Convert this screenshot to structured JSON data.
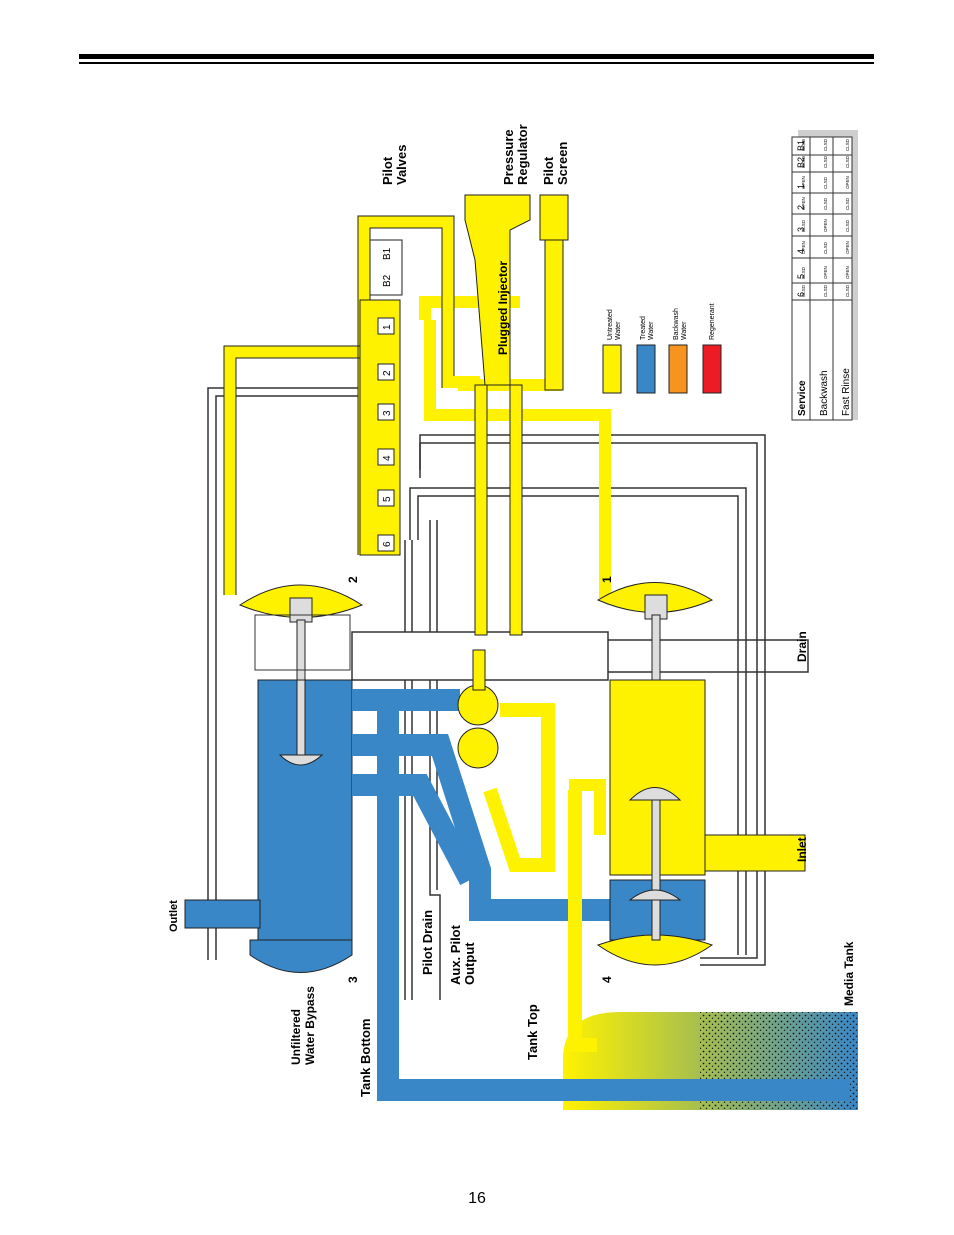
{
  "labels": {
    "pilot_valves": [
      "Pilot",
      "Valves"
    ],
    "pressure_regulator": [
      "Pressure",
      "Regulator"
    ],
    "pilot_screen": [
      "Pilot",
      "Screen"
    ],
    "plugged_injector": "Plugged Injector",
    "outlet": "Outlet",
    "unfiltered_bypass": [
      "Unfiltered",
      "Water Bypass"
    ],
    "tank_bottom": "Tank Bottom",
    "pilot_drain": "Pilot Drain",
    "aux_pilot_output": [
      "Aux. Pilot",
      "Output"
    ],
    "tank_top": "Tank Top",
    "inlet": "Inlet",
    "drain": "Drain",
    "media_tank": "Media Tank",
    "valve_2": "2",
    "valve_1": "1",
    "valve_3": "3",
    "valve_4": "4"
  },
  "pilot_valve_ids": [
    "1",
    "2",
    "3",
    "4",
    "5",
    "6"
  ],
  "pilot_valve_b": [
    "B2",
    "B1"
  ],
  "legend": [
    {
      "label": [
        "Untreated",
        "Water"
      ],
      "color": "#fff200"
    },
    {
      "label": [
        "Treated",
        "Water"
      ],
      "color": "#3a87c8"
    },
    {
      "label": [
        "Backwash",
        "Water"
      ],
      "color": "#f7941d"
    },
    {
      "label": [
        "Regenerant"
      ],
      "color": "#ed1c24"
    }
  ],
  "status_table": {
    "columns": [
      "6",
      "5",
      "4",
      "3",
      "2",
      "1",
      "B2",
      "B1"
    ],
    "rows": [
      {
        "name": "Service",
        "values": [
          "CLSD",
          "CLSD",
          "OPEN",
          "CLSD",
          "OPEN",
          "OPEN",
          "CLSD",
          "CLSD"
        ]
      },
      {
        "name": "Backwash",
        "values": [
          "CLSD",
          "OPEN",
          "CLSD",
          "OPEN",
          "CLSD",
          "CLSD",
          "CLSD",
          "CLSD"
        ]
      },
      {
        "name": "Fast Rinse",
        "values": [
          "CLSD",
          "OPEN",
          "OPEN",
          "CLSD",
          "CLSD",
          "OPEN",
          "CLSD",
          "CLSD"
        ]
      }
    ]
  },
  "page_number": "16",
  "colors": {
    "untreated": "#fff200",
    "treated": "#3a87c8",
    "backwash": "#f7941d",
    "regenerant": "#ed1c24"
  }
}
